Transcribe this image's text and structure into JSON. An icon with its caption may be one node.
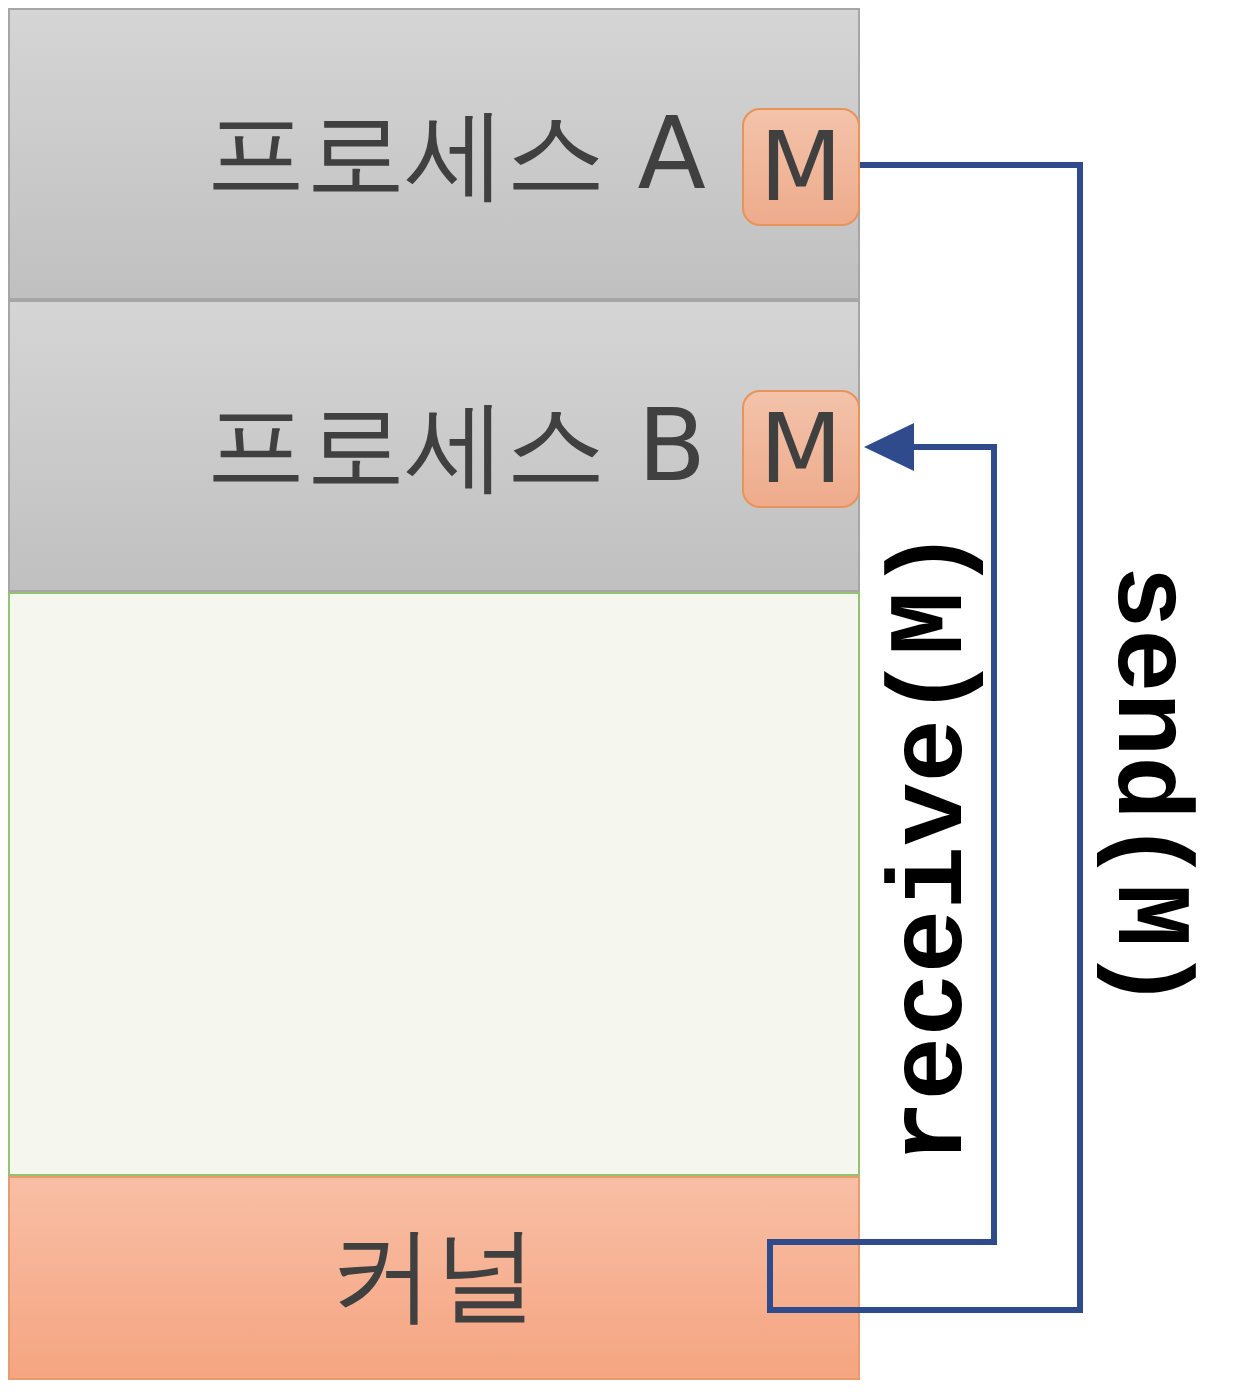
{
  "diagram": {
    "nodes": [
      {
        "text": [
          "프로세스 A"
        ]
      },
      {
        "text": [
          "M"
        ],
        "in": 0
      },
      {
        "text": [
          "프로세스 B"
        ]
      },
      {
        "text": [
          "M"
        ],
        "in": 2
      },
      {
        "text": [],
        "shape": "box"
      },
      {
        "text": [
          "커널"
        ]
      }
    ],
    "edges": [
      {
        "from": 1,
        "to": 5,
        "arrow": "none",
        "label": "send(M)"
      },
      {
        "from": 5,
        "to": 3,
        "arrow": "to",
        "label": "receive(M)"
      }
    ]
  }
}
